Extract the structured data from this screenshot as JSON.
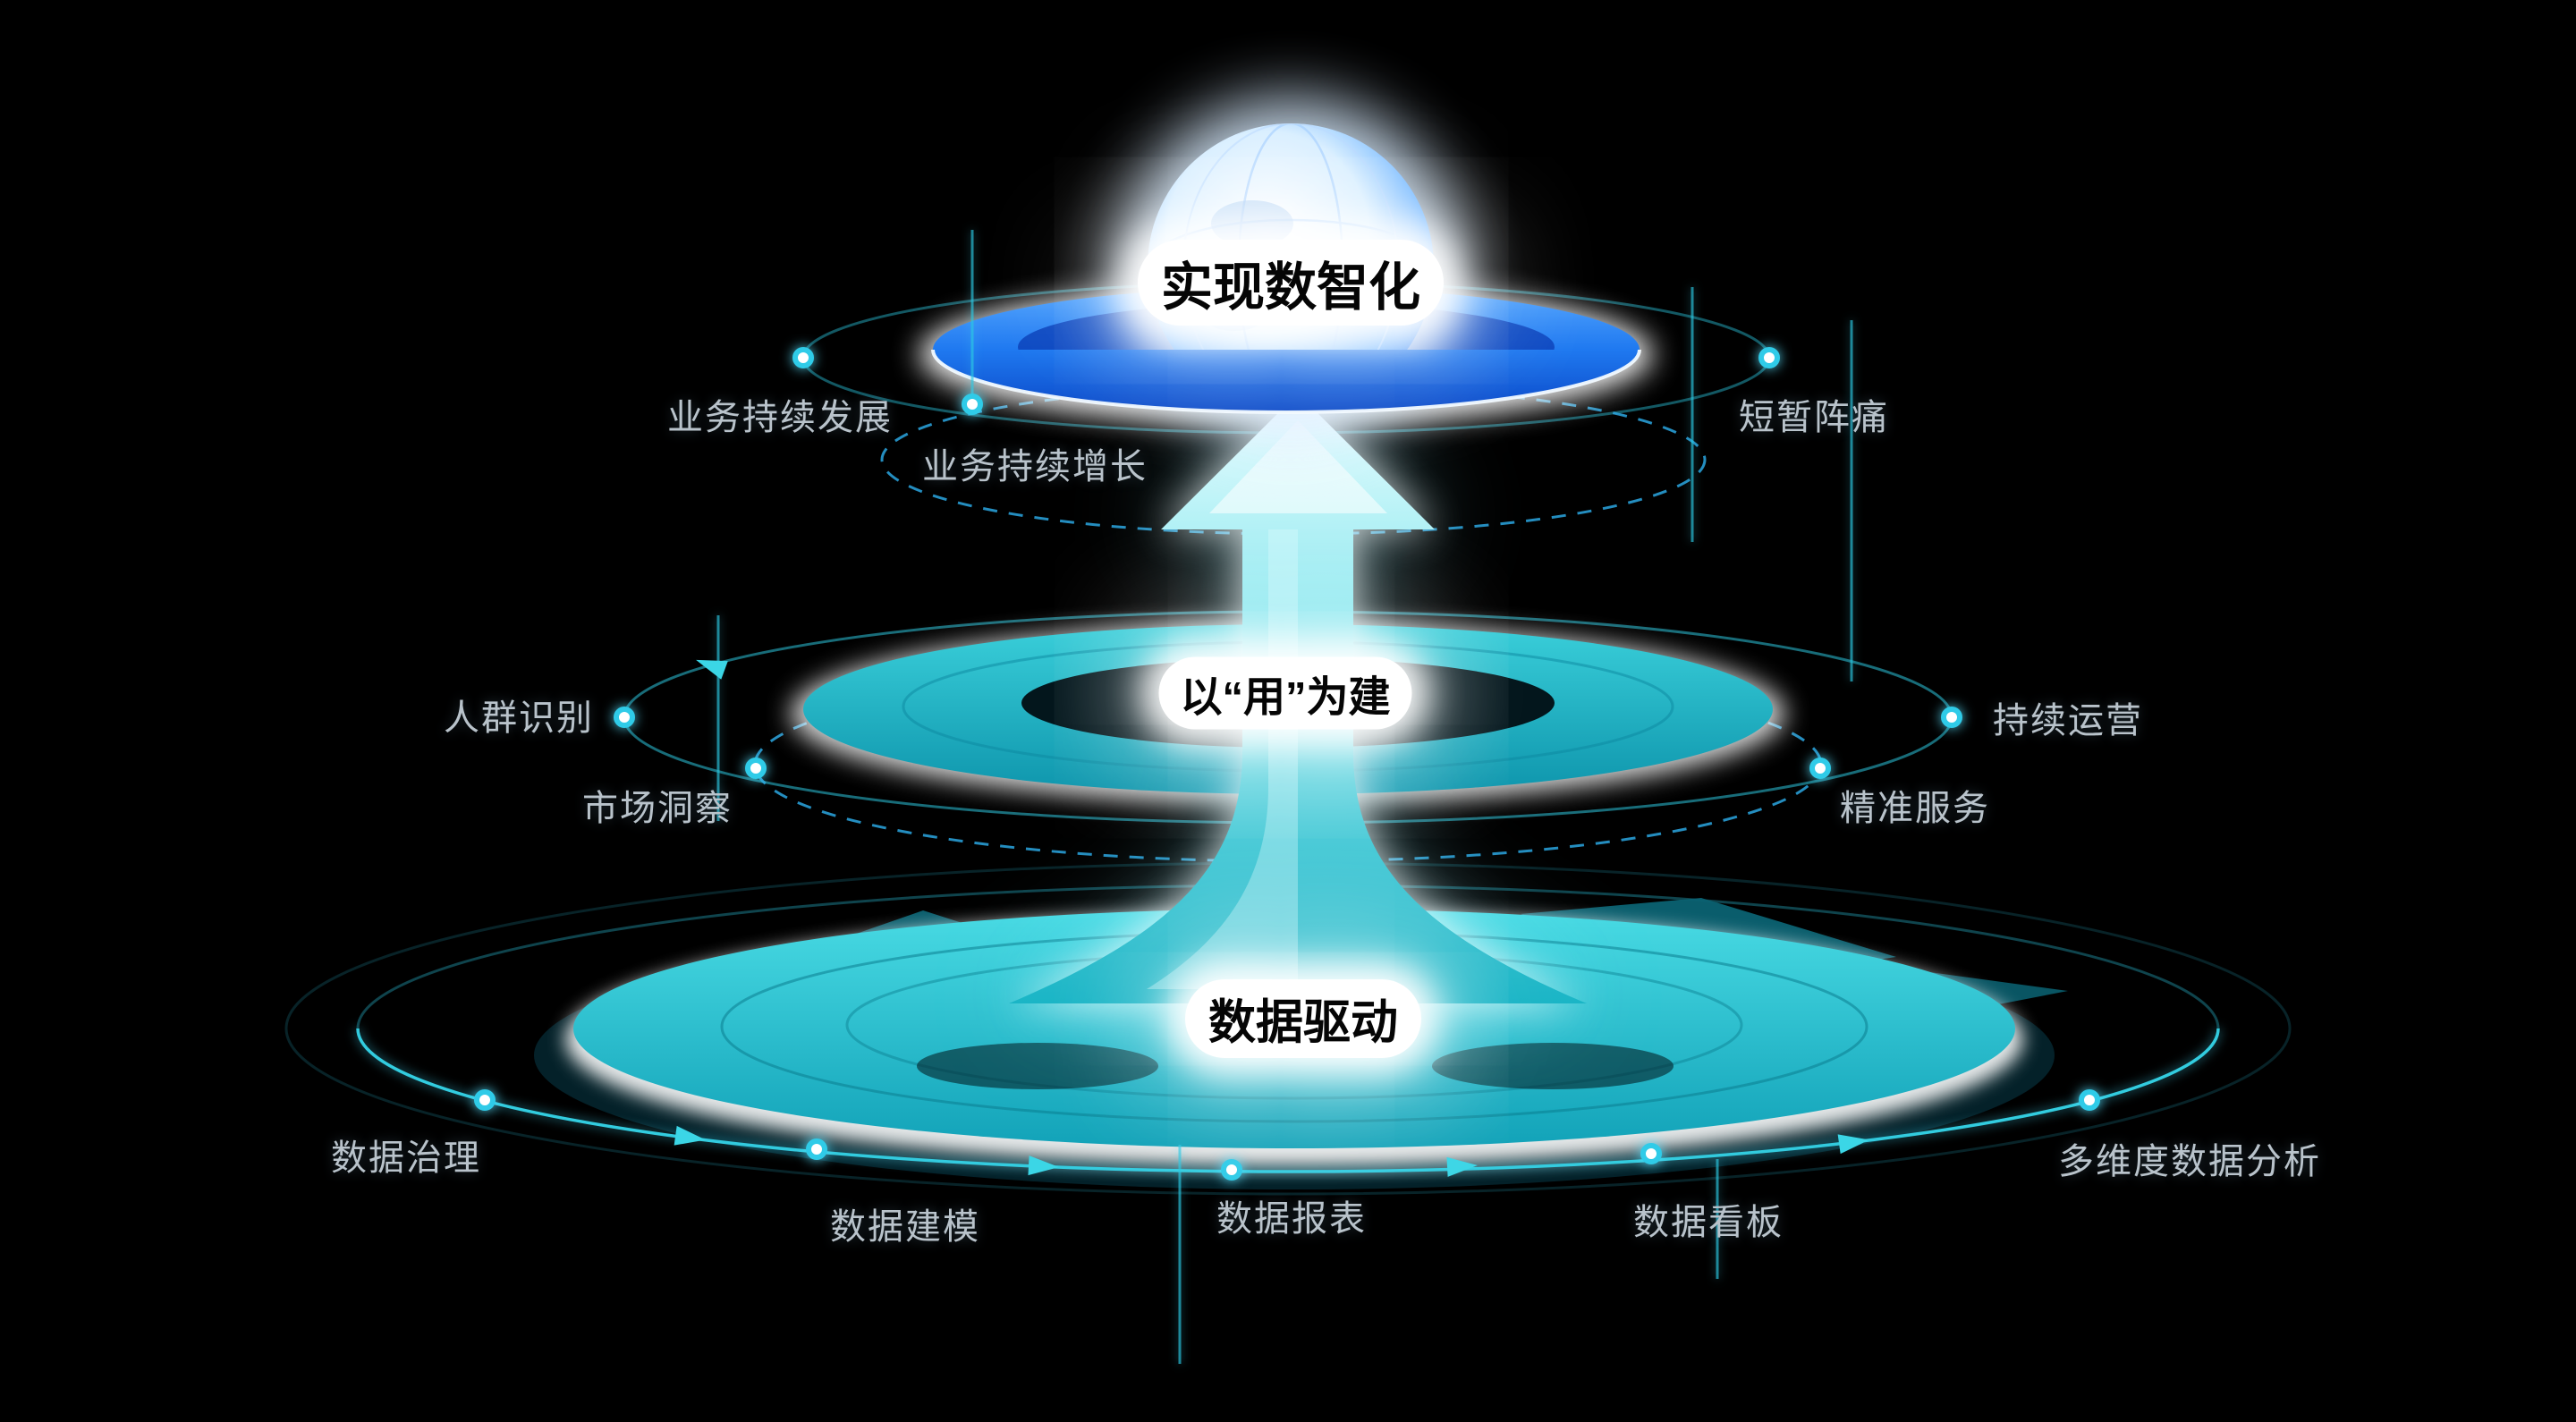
{
  "colors": {
    "background": "#000000",
    "teal": "#1FB9C9",
    "teal_bright": "#3FD8E2",
    "teal_dark": "#0B6272",
    "blue": "#2E86F0",
    "blue_deep": "#0B49C8",
    "cyan_line": "#2BC4DC",
    "dashed_line": "#2AA6E0",
    "node_stroke": "#2FCBE8",
    "satellite_text": "#B9C3CB",
    "tier_text": "#050505",
    "glow": "#FFFFFF"
  },
  "tiers": {
    "top": {
      "label": "实现数智化"
    },
    "middle": {
      "label": "以“用”为建"
    },
    "bottom": {
      "label": "数据驱动"
    }
  },
  "satellites": {
    "business_development": "业务持续发展",
    "business_growth": "业务持续增长",
    "short_pain": "短暂阵痛",
    "crowd_identification": "人群识别",
    "market_insight": "市场洞察",
    "continuous_operation": "持续运营",
    "precise_service": "精准服务",
    "data_governance": "数据治理",
    "data_modeling": "数据建模",
    "data_report": "数据报表",
    "data_dashboard": "数据看板",
    "multidim_analysis": "多维度数据分析"
  }
}
